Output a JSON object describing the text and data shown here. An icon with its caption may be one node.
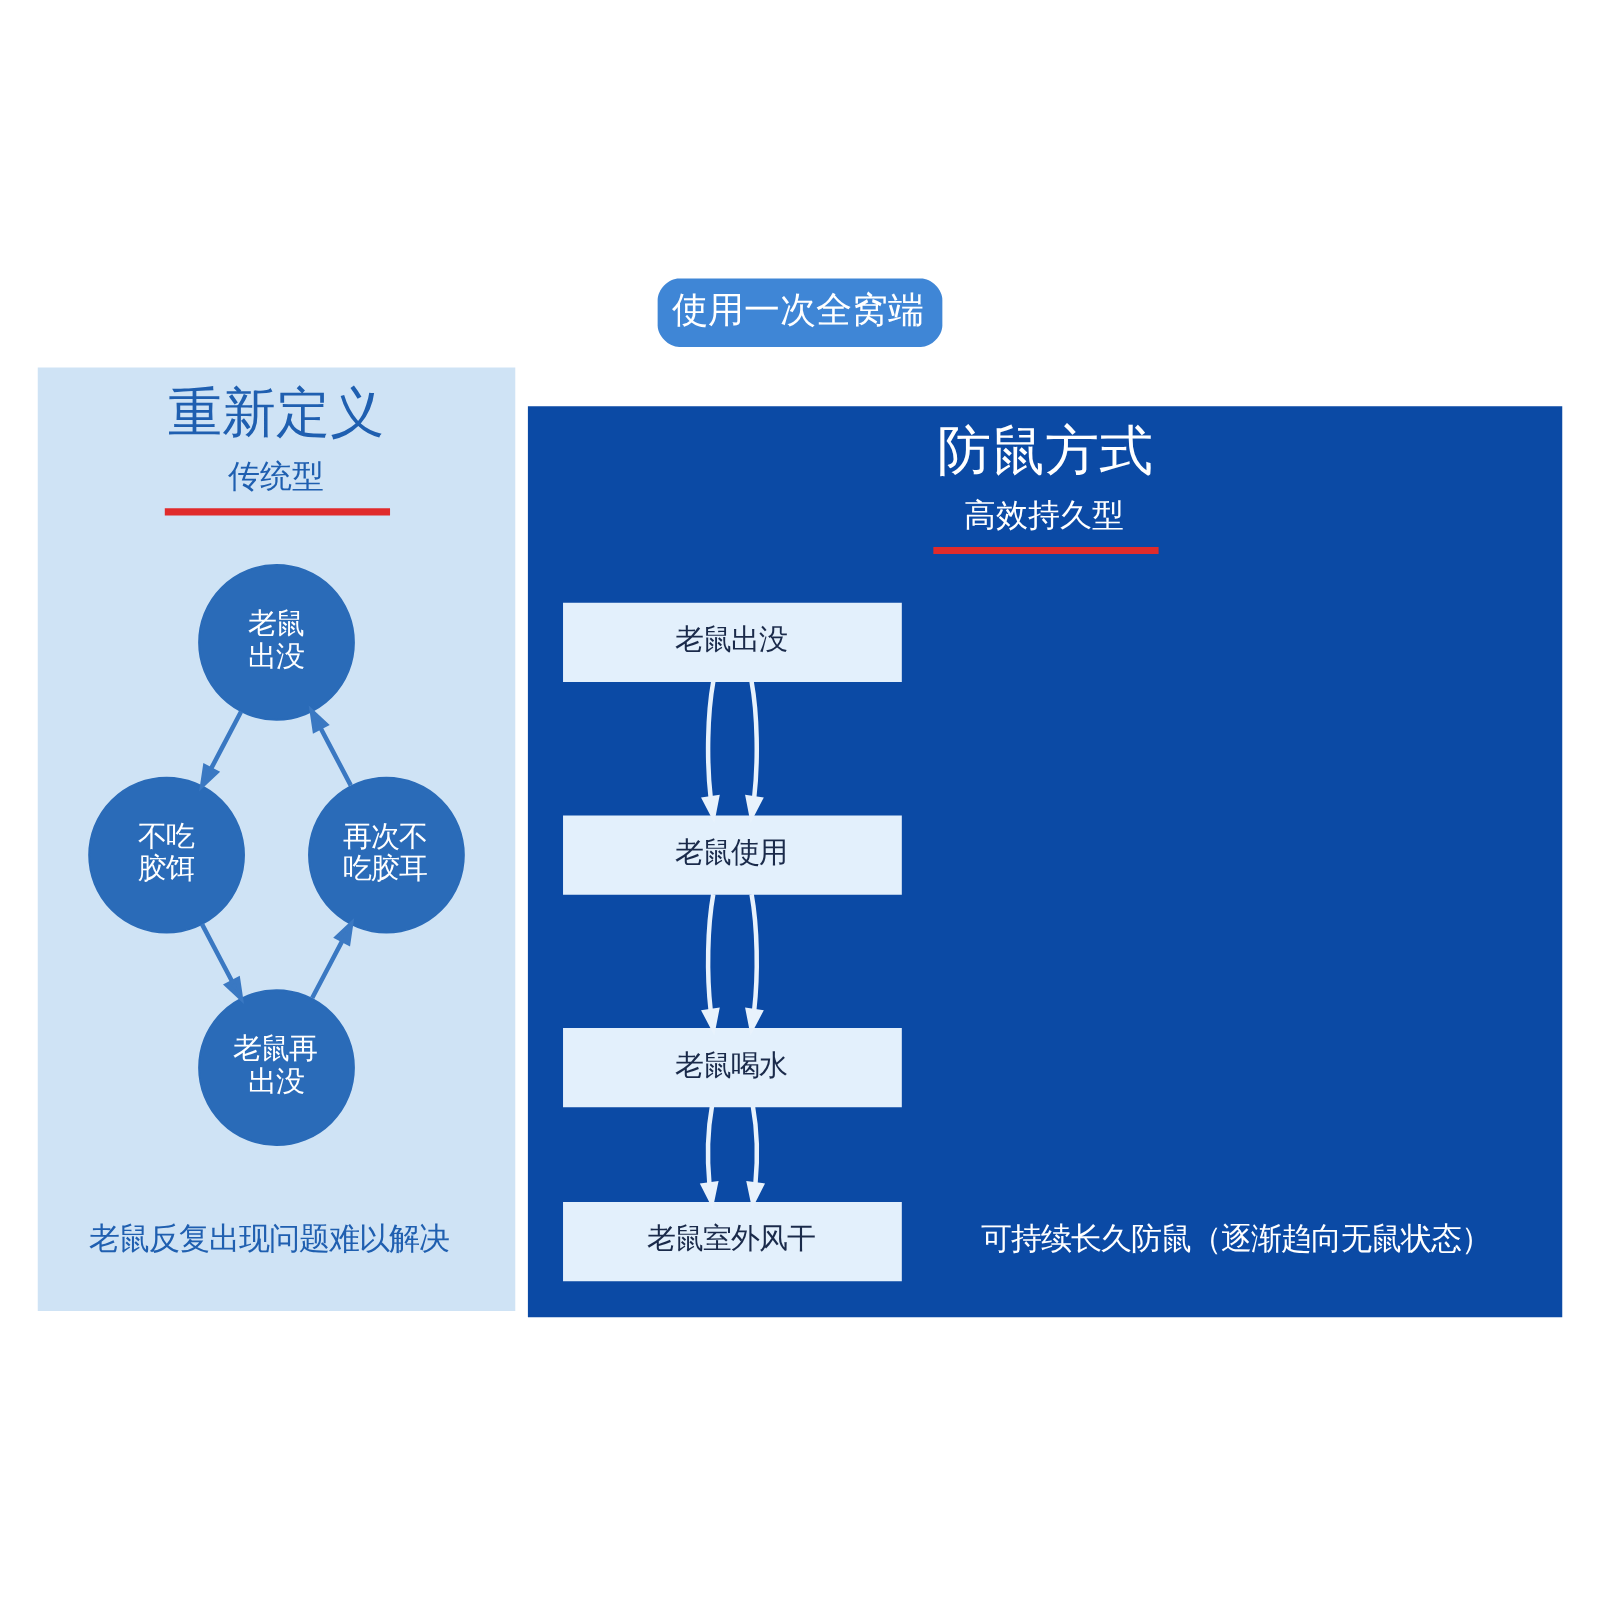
{
  "diagram": {
    "title": "使用一次全窝端",
    "nodes": [
      {
        "text": [
          "重新定义",
          "传统型"
        ]
      },
      {
        "text": [
          "老鼠出没"
        ],
        "in": 0
      },
      {
        "text": [
          "不吃胶饵"
        ],
        "in": 0
      },
      {
        "text": [
          "老鼠再出没"
        ],
        "in": 0
      },
      {
        "text": [
          "再次不吃胶耳"
        ],
        "in": 0
      },
      {
        "text": [
          "防鼠方式",
          "高效持久型"
        ]
      },
      {
        "text": [
          "老鼠出没"
        ],
        "in": 5
      },
      {
        "text": [
          "老鼠使用"
        ],
        "in": 5
      },
      {
        "text": [
          "老鼠喝水"
        ],
        "in": 5
      },
      {
        "text": [
          "老鼠室外风干"
        ],
        "in": 5
      }
    ],
    "edges": [
      {
        "from": 1,
        "to": 2,
        "arrow": "to",
        "color": "#3a78c2"
      },
      {
        "from": 2,
        "to": 3,
        "arrow": "to",
        "color": "#3a78c2"
      },
      {
        "from": 3,
        "to": 4,
        "arrow": "to",
        "color": "#3a78c2"
      },
      {
        "from": 4,
        "to": 1,
        "arrow": "to",
        "color": "#3a78c2"
      },
      {
        "from": 6,
        "to": 7,
        "arrow": "to"
      },
      {
        "from": 6,
        "to": 7,
        "arrow": "to"
      },
      {
        "from": 7,
        "to": 8,
        "arrow": "to"
      },
      {
        "from": 7,
        "to": 8,
        "arrow": "to"
      },
      {
        "from": 8,
        "to": 9,
        "arrow": "to"
      },
      {
        "from": 8,
        "to": 9,
        "arrow": "to"
      }
    ],
    "labels": [
      "老鼠反复出现问题难以解决",
      "可持续长久防鼠（逐渐趋向无鼠状态）"
    ]
  }
}
